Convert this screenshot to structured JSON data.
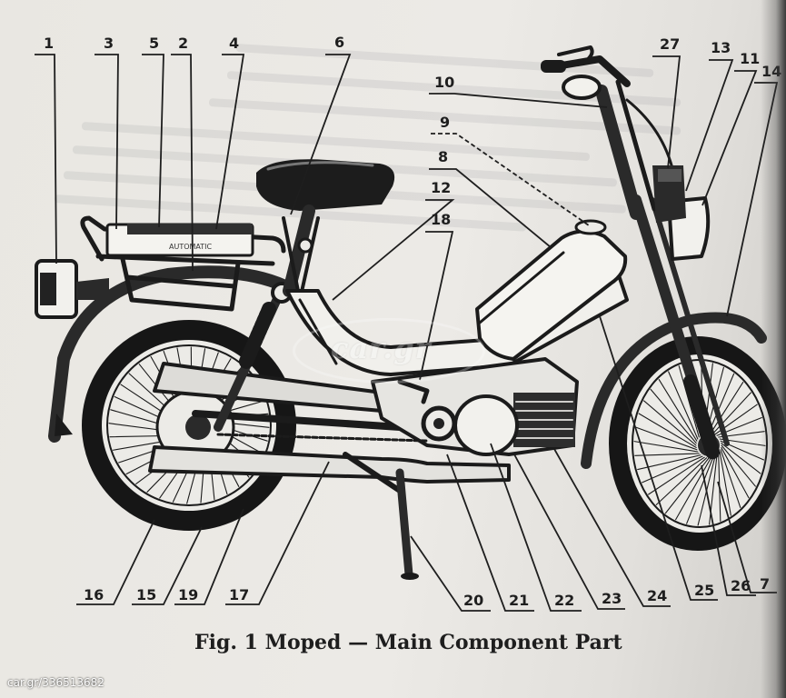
{
  "figure": {
    "caption": "Fig. 1 Moped — Main Component Part",
    "labels": [
      "1",
      "3",
      "5",
      "2",
      "4",
      "6",
      "10",
      "9",
      "8",
      "12",
      "18",
      "27",
      "13",
      "11",
      "14",
      "16",
      "15",
      "19",
      "17",
      "20",
      "21",
      "22",
      "23",
      "24",
      "25",
      "26",
      "7"
    ],
    "seat_rack_marking": "AUTOMATIC"
  },
  "watermark": {
    "text": "car.gr"
  },
  "credit": {
    "text": "car.gr/336513682"
  }
}
